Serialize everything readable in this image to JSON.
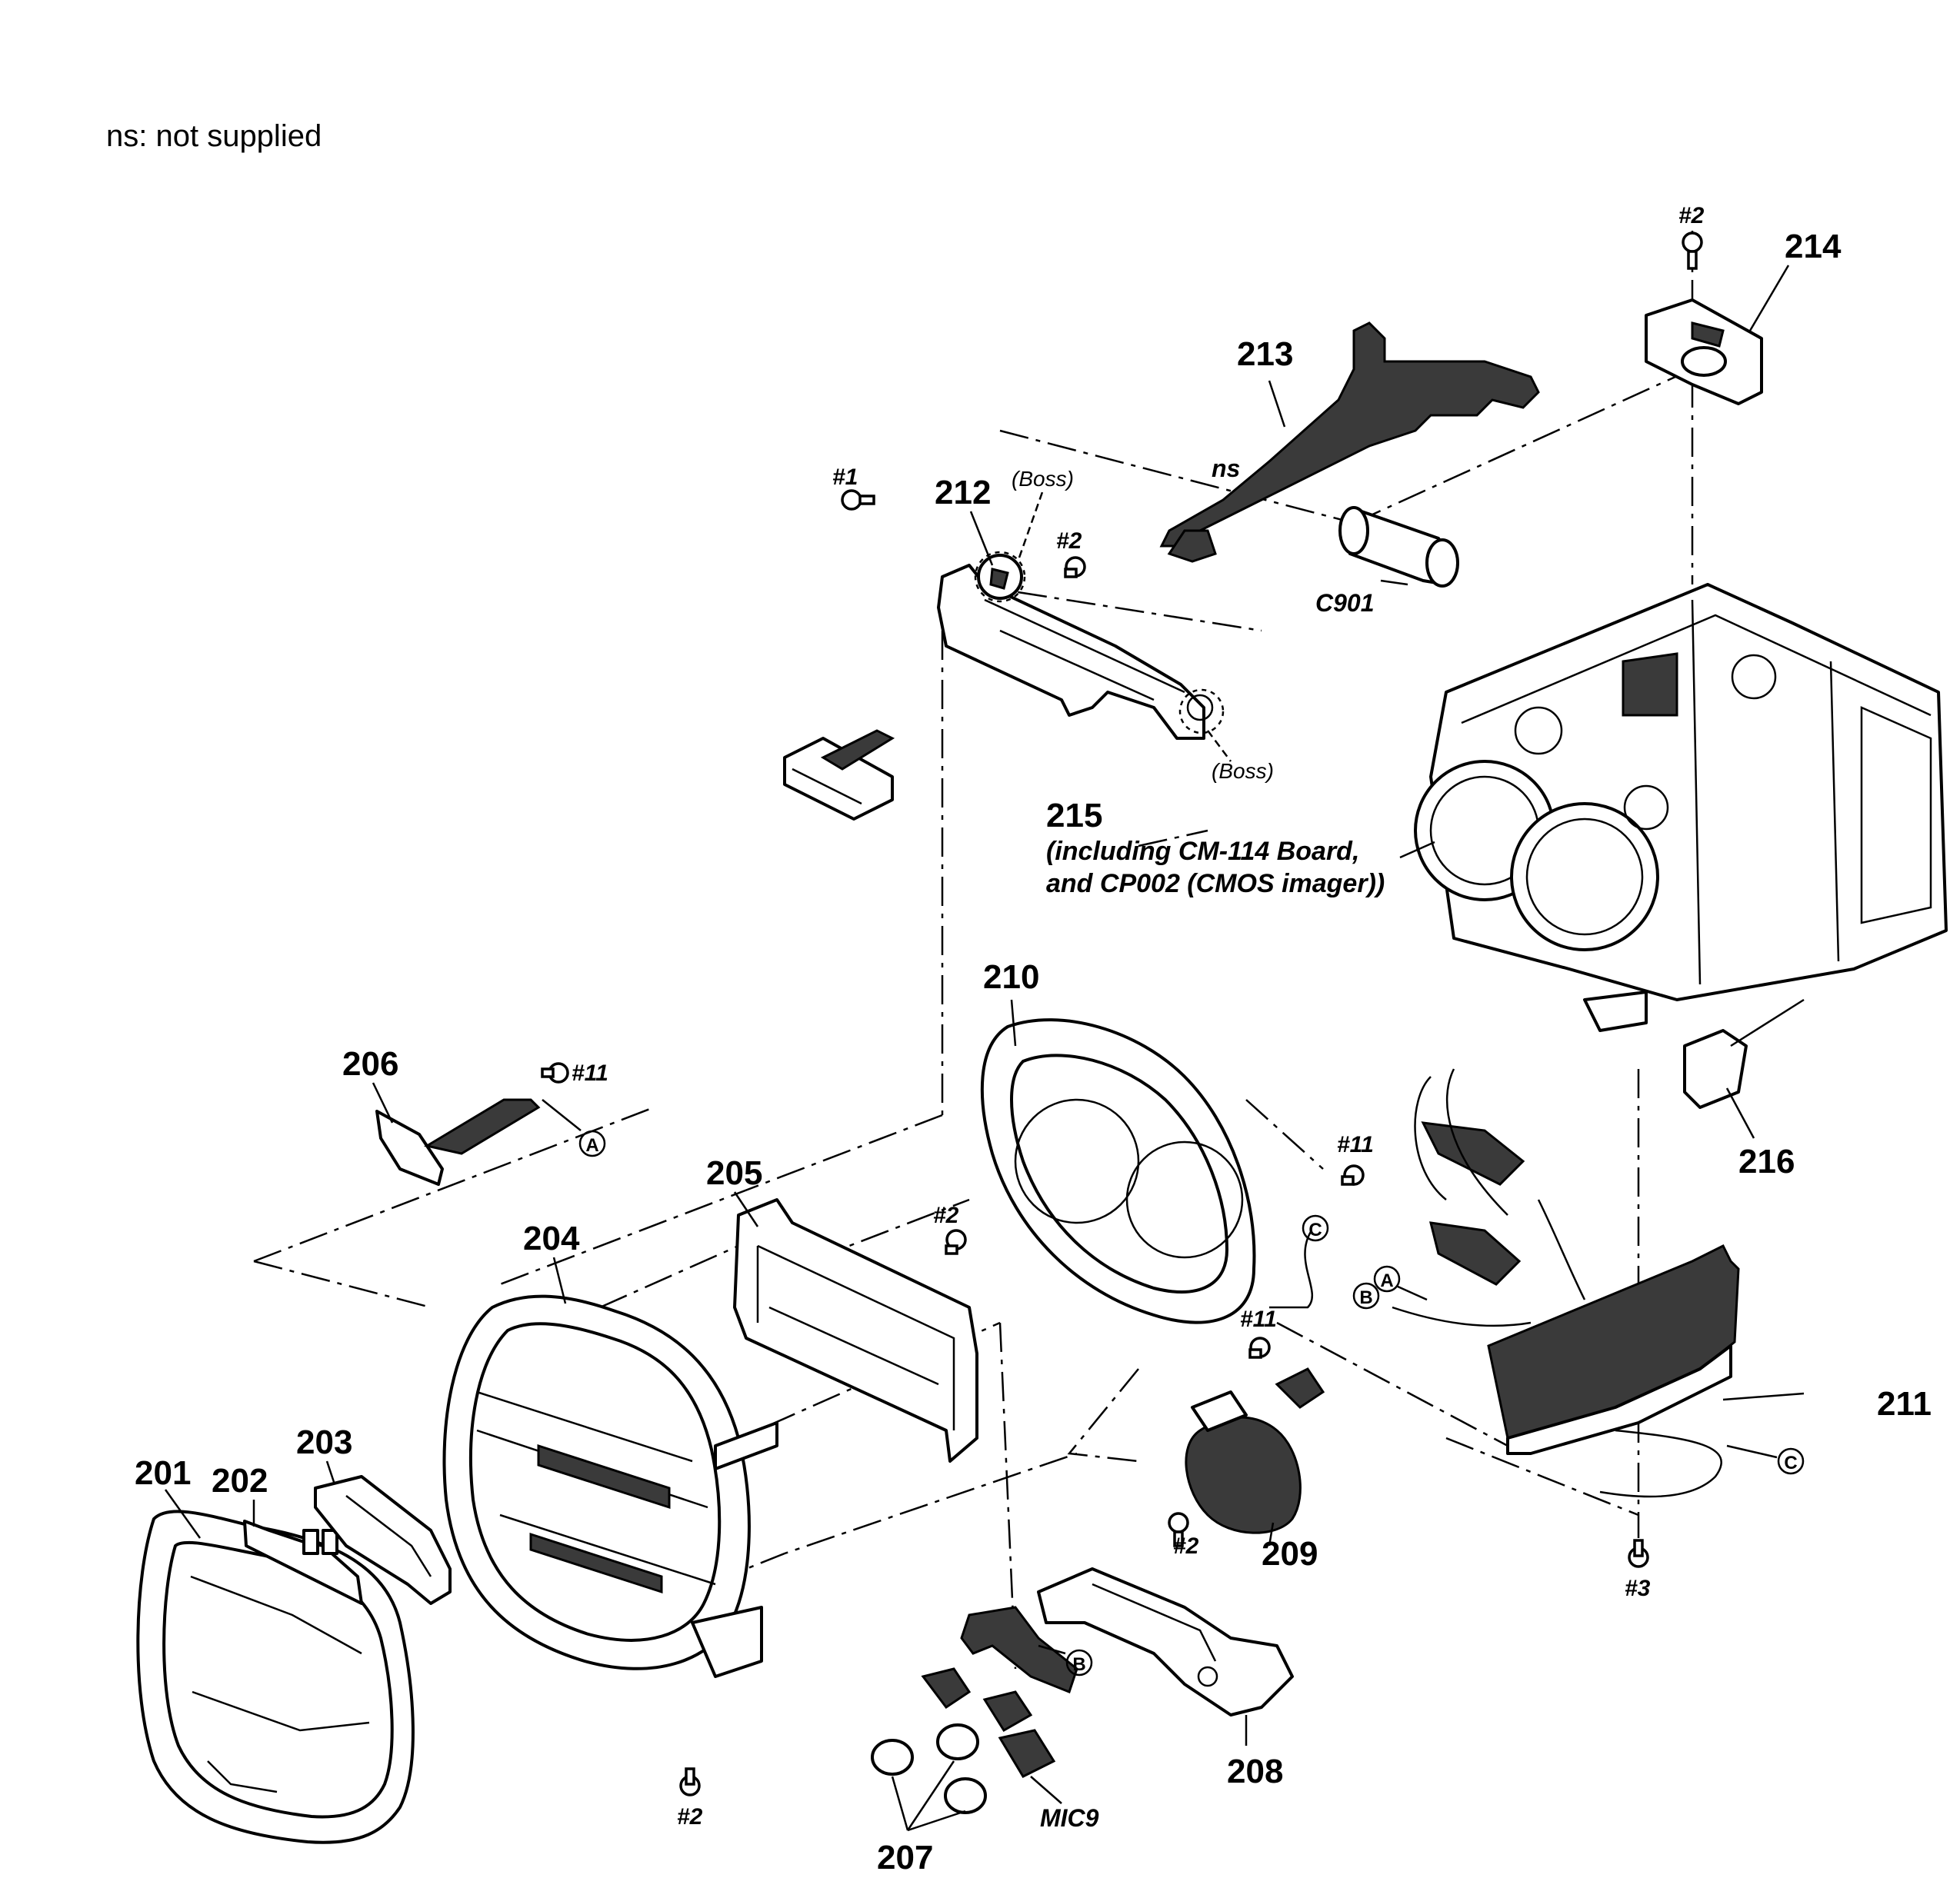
{
  "note": "ns: not supplied",
  "parts": {
    "p201": "201",
    "p202": "202",
    "p203": "203",
    "p204": "204",
    "p205": "205",
    "p206": "206",
    "p207": "207",
    "p208": "208",
    "p209": "209",
    "p210": "210",
    "p211": "211",
    "p212": "212",
    "p213": "213",
    "p214": "214",
    "p215": "215",
    "p216": "216"
  },
  "part215_desc_line1": "(including CM-114 Board,",
  "part215_desc_line2": "and CP002 (CMOS imager))",
  "component_labels": {
    "c901": "C901",
    "mic9": "MIC9",
    "ns": "ns",
    "boss1": "(Boss)",
    "boss2": "(Boss)"
  },
  "screw_labels": {
    "s_top_214": "#2",
    "s_212_left": "#1",
    "s_212_right": "#2",
    "s_206": "#11",
    "s_205": "#2",
    "s_210": "#11",
    "s_209": "#11",
    "s_208": "#2",
    "s_bottom_204": "#2",
    "s_bottom_211": "#3"
  },
  "connector_labels": {
    "a_206": "A",
    "c_210": "C",
    "b_211": "B",
    "a_211": "A",
    "c_211": "C",
    "b_207": "B"
  }
}
